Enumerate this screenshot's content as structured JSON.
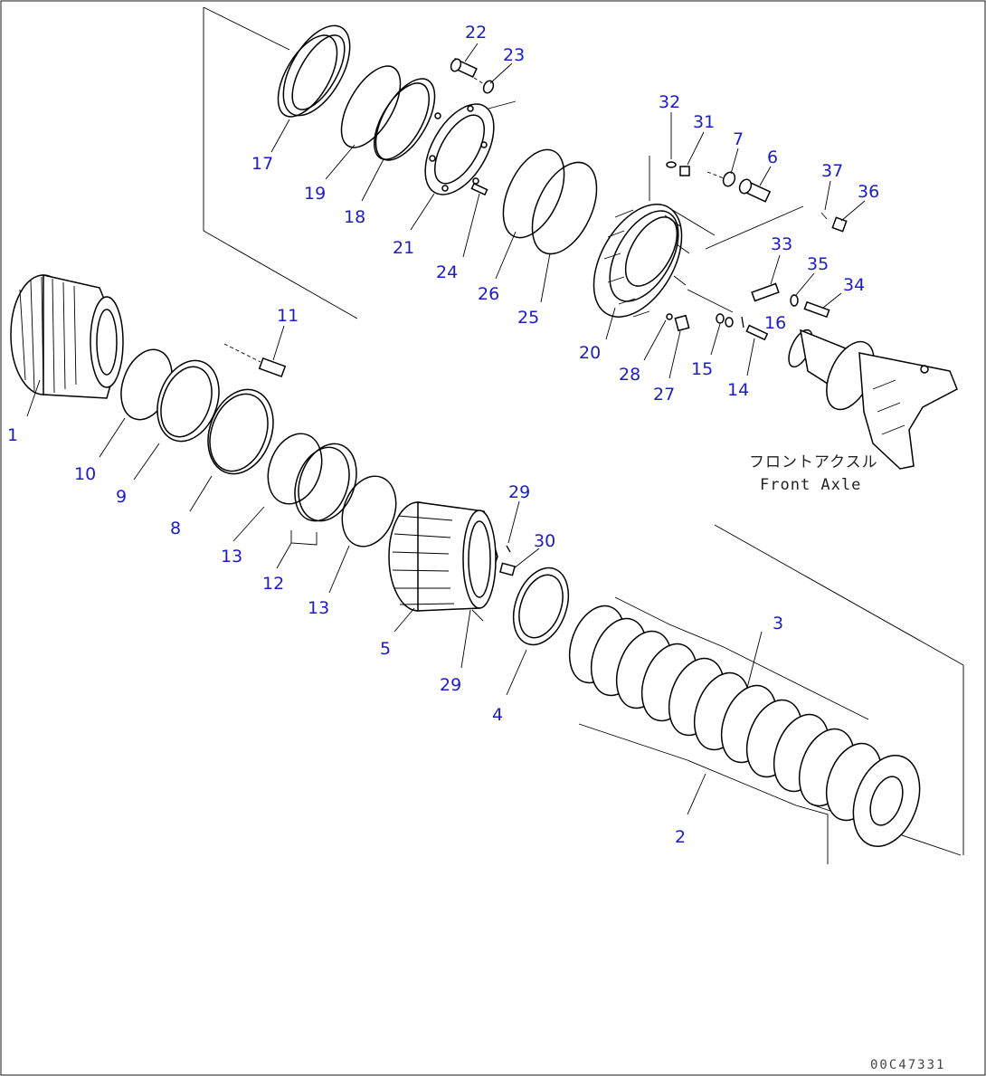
{
  "diagram": {
    "caption_jp": "フロントアクスル",
    "caption_en": "Front Axle",
    "drawing_code": "00C47331",
    "callouts": [
      "1",
      "2",
      "3",
      "4",
      "5",
      "6",
      "7",
      "8",
      "9",
      "10",
      "11",
      "12",
      "13",
      "13",
      "14",
      "15",
      "16",
      "17",
      "18",
      "19",
      "20",
      "21",
      "22",
      "23",
      "24",
      "25",
      "26",
      "27",
      "28",
      "29",
      "29",
      "30",
      "31",
      "32",
      "33",
      "34",
      "35",
      "36",
      "37"
    ]
  },
  "colors": {
    "callout": "#1c1cc8",
    "line": "#000000"
  }
}
